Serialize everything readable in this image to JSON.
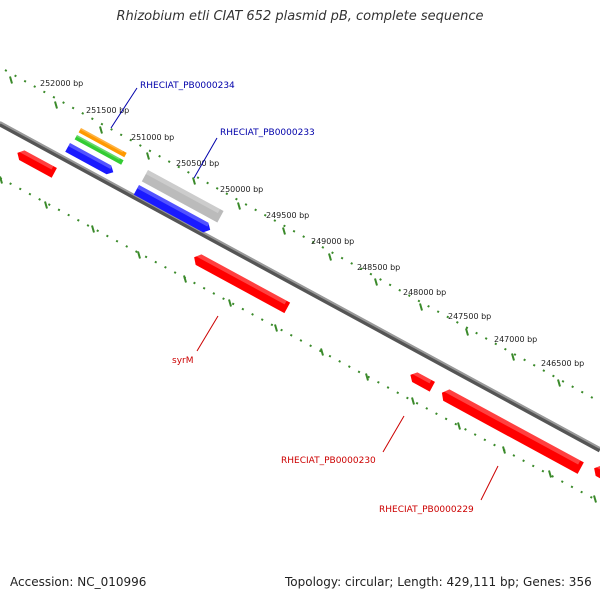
{
  "title": "Rhizobium etli CIAT 652 plasmid pB, complete sequence",
  "footer": {
    "accession": "Accession: NC_010996",
    "topology": "Topology: circular; Length: 429,111 bp; Genes: 356"
  },
  "colors": {
    "backbone": "#777777",
    "ticks": "#3a8a2a",
    "forward_label": "#0000aa",
    "reverse_label": "#cc0000",
    "red": "#ff0000",
    "blue": "#1a1aff",
    "orange": "#ff9900",
    "green": "#33cc33",
    "gray": "#bbbbbb"
  },
  "ticks": [
    {
      "label": "252000 bp"
    },
    {
      "label": "251500 bp"
    },
    {
      "label": "251000 bp"
    },
    {
      "label": "250500 bp"
    },
    {
      "label": "250000 bp"
    },
    {
      "label": "249500 bp"
    },
    {
      "label": "249000 bp"
    },
    {
      "label": "248500 bp"
    },
    {
      "label": "248000 bp"
    },
    {
      "label": "247500 bp"
    },
    {
      "label": "247000 bp"
    },
    {
      "label": "246500 bp"
    }
  ],
  "gene_labels": [
    {
      "text": "RHECIAT_PB0000234",
      "strand": "forward"
    },
    {
      "text": "RHECIAT_PB0000233",
      "strand": "forward"
    },
    {
      "text": "syrM",
      "strand": "reverse"
    },
    {
      "text": "RHECIAT_PB0000230",
      "strand": "reverse"
    },
    {
      "text": "RHECIAT_PB0000229",
      "strand": "reverse"
    }
  ]
}
